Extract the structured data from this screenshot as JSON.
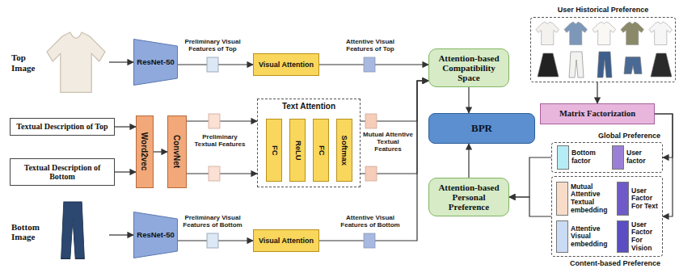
{
  "diagram": {
    "nodes": [
      {
        "text": [
          "Top Image"
        ]
      },
      {
        "text": [
          "Textual Description of Top"
        ]
      },
      {
        "text": [
          "Textual Description of Bottom"
        ]
      },
      {
        "text": [
          "Bottom Image"
        ]
      },
      {
        "text": [
          "ResNet-50"
        ]
      },
      {
        "text": [
          "Word2vec"
        ]
      },
      {
        "text": [
          "ConvNet"
        ]
      },
      {
        "text": [
          "ResNet-50"
        ]
      },
      {
        "text": [
          "Visual Attention"
        ]
      },
      {
        "text": [
          "Text Attention"
        ]
      },
      {
        "text": [
          "FC"
        ],
        "in": 9
      },
      {
        "text": [
          "ReLU"
        ],
        "in": 9
      },
      {
        "text": [
          "FC"
        ],
        "in": 9
      },
      {
        "text": [
          "Softmax"
        ],
        "in": 9
      },
      {
        "text": [
          "Visual Attention"
        ]
      },
      {
        "text": [
          "Attention-based Compatibility Space"
        ]
      },
      {
        "text": [
          "BPR"
        ]
      },
      {
        "text": [
          "Attention-based Personal Preference"
        ]
      },
      {
        "text": [
          "User Historical Preference"
        ]
      },
      {
        "text": [
          "Matrix Factorization"
        ]
      },
      {
        "text": [
          "Global Preference"
        ]
      },
      {
        "text": [
          "Bottom factor"
        ],
        "in": 20
      },
      {
        "text": [
          "User factor"
        ],
        "in": 20
      },
      {
        "text": [
          "Content-based Preference"
        ]
      },
      {
        "text": [
          "Mutual Attentive Textual embedding"
        ],
        "in": 23
      },
      {
        "text": [
          "User Factor For Text"
        ],
        "in": 23
      },
      {
        "text": [
          "Attentive Visual embedding"
        ],
        "in": 23
      },
      {
        "text": [
          "User Factor For Vision"
        ],
        "in": 23
      }
    ],
    "edges": [
      {
        "from": 0,
        "to": 4,
        "arrow": "to"
      },
      {
        "from": 4,
        "to": 8,
        "arrow": "to"
      },
      {
        "from": 8,
        "to": 15,
        "arrow": "to"
      },
      {
        "from": 1,
        "to": 5,
        "arrow": "to"
      },
      {
        "from": 2,
        "to": 5,
        "arrow": "to"
      },
      {
        "from": 5,
        "to": 6,
        "arrow": "to"
      },
      {
        "from": 6,
        "to": 9,
        "arrow": "to"
      },
      {
        "from": 6,
        "to": 9,
        "arrow": "to"
      },
      {
        "from": 9,
        "to": 15,
        "arrow": "to"
      },
      {
        "from": 9,
        "to": 15,
        "arrow": "to"
      },
      {
        "from": 3,
        "to": 7,
        "arrow": "to"
      },
      {
        "from": 7,
        "to": 14,
        "arrow": "to"
      },
      {
        "from": 14,
        "to": 15,
        "arrow": "to"
      },
      {
        "from": 15,
        "to": 16,
        "arrow": "to"
      },
      {
        "from": 17,
        "to": 16,
        "arrow": "to"
      },
      {
        "from": 18,
        "to": 19,
        "arrow": "to"
      },
      {
        "from": 19,
        "to": 20,
        "arrow": "to"
      },
      {
        "from": 19,
        "to": 23,
        "arrow": "to"
      },
      {
        "from": 20,
        "to": 17,
        "arrow": "to"
      },
      {
        "from": 23,
        "to": 17,
        "arrow": "to"
      }
    ],
    "labels": [
      "Preliminary Visual Features of Top",
      "Attentive Visual Features of Top",
      "Preliminary Textual Features",
      "Mutual Attentive Textual Features",
      "Preliminary Visual Features of Bottom",
      "Attentive Visual Features of Bottom"
    ]
  }
}
